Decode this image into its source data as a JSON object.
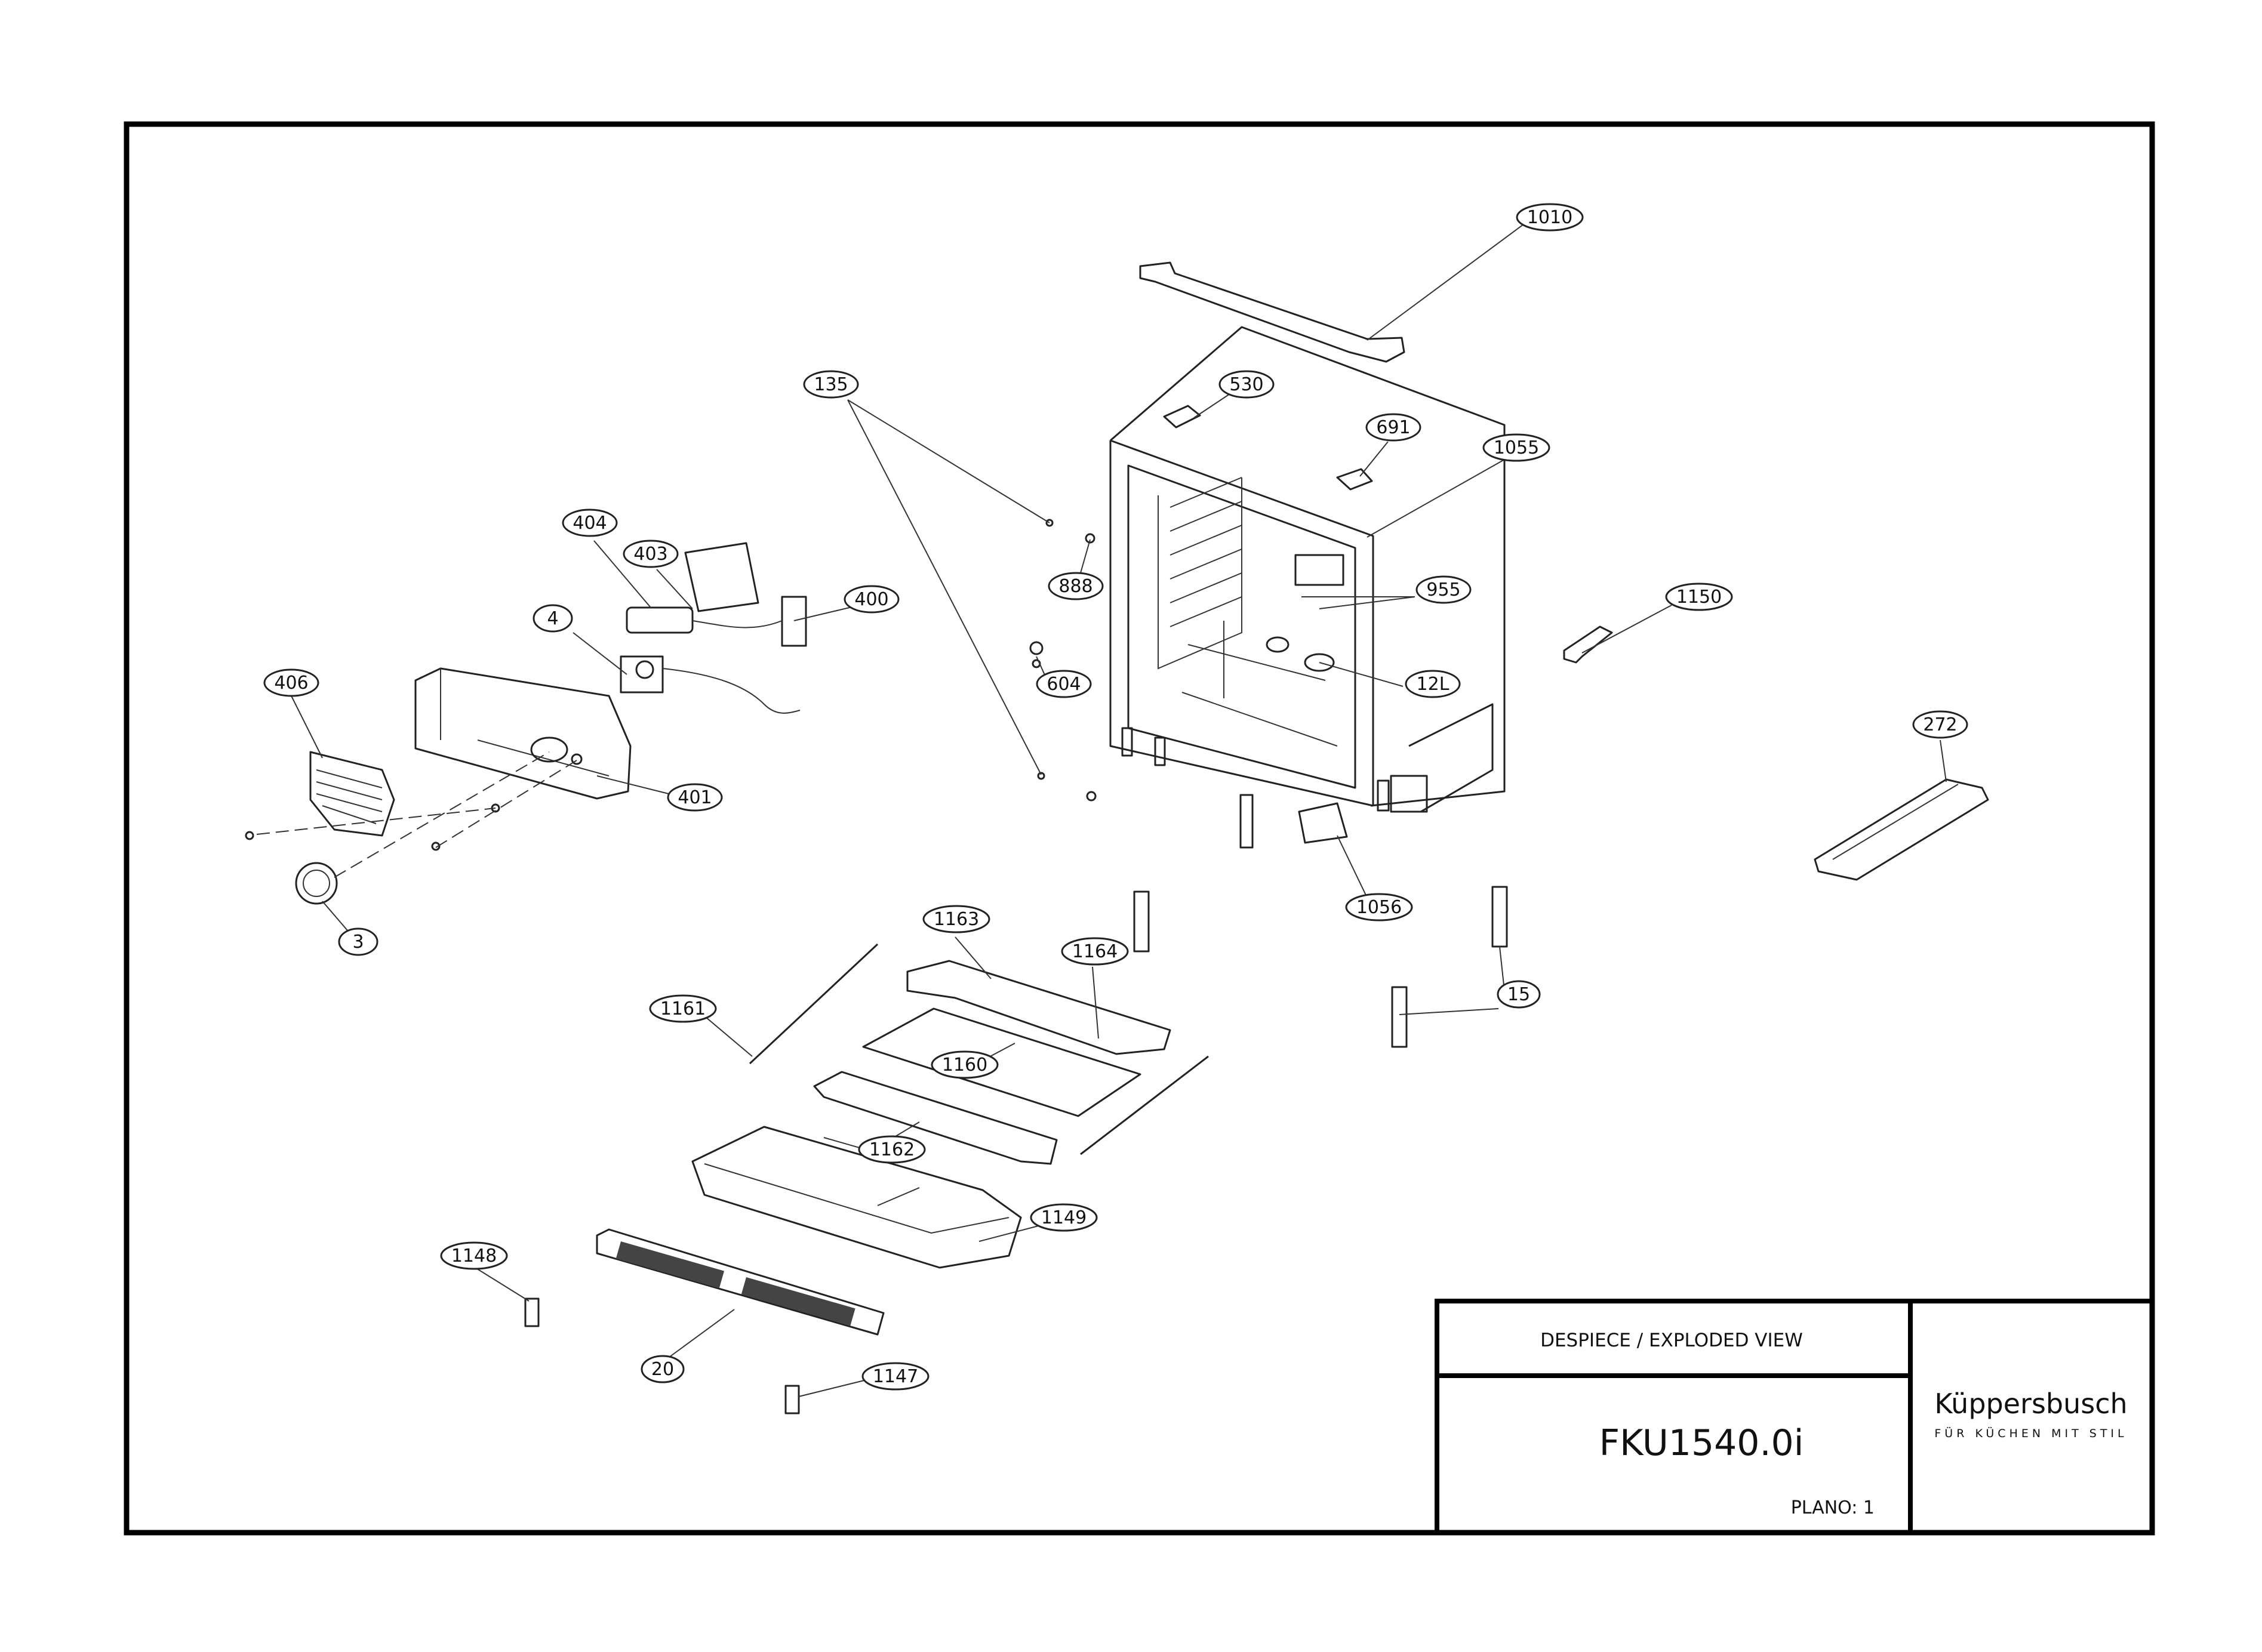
{
  "title_block": {
    "heading": "DESPIECE / EXPLODED VIEW",
    "model": "FKU1540.0i",
    "sheet": "PLANO: 1",
    "brand": "Küppersbusch",
    "slogan": "FÜR KÜCHEN MIT STIL"
  },
  "callouts": [
    {
      "id": "1010",
      "label": "1010"
    },
    {
      "id": "530",
      "label": "530"
    },
    {
      "id": "691",
      "label": "691"
    },
    {
      "id": "1055",
      "label": "1055"
    },
    {
      "id": "135",
      "label": "135"
    },
    {
      "id": "888",
      "label": "888"
    },
    {
      "id": "955",
      "label": "955"
    },
    {
      "id": "1150",
      "label": "1150"
    },
    {
      "id": "604",
      "label": "604"
    },
    {
      "id": "12L",
      "label": "12L"
    },
    {
      "id": "404",
      "label": "404"
    },
    {
      "id": "403",
      "label": "403"
    },
    {
      "id": "400",
      "label": "400"
    },
    {
      "id": "4",
      "label": "4"
    },
    {
      "id": "406",
      "label": "406"
    },
    {
      "id": "401",
      "label": "401"
    },
    {
      "id": "3",
      "label": "3"
    },
    {
      "id": "272",
      "label": "272"
    },
    {
      "id": "1056",
      "label": "1056"
    },
    {
      "id": "1163",
      "label": "1163"
    },
    {
      "id": "1164",
      "label": "1164"
    },
    {
      "id": "15",
      "label": "15"
    },
    {
      "id": "1161",
      "label": "1161"
    },
    {
      "id": "1160",
      "label": "1160"
    },
    {
      "id": "1162",
      "label": "1162"
    },
    {
      "id": "1149",
      "label": "1149"
    },
    {
      "id": "1148",
      "label": "1148"
    },
    {
      "id": "20",
      "label": "20"
    },
    {
      "id": "1147",
      "label": "1147"
    }
  ]
}
